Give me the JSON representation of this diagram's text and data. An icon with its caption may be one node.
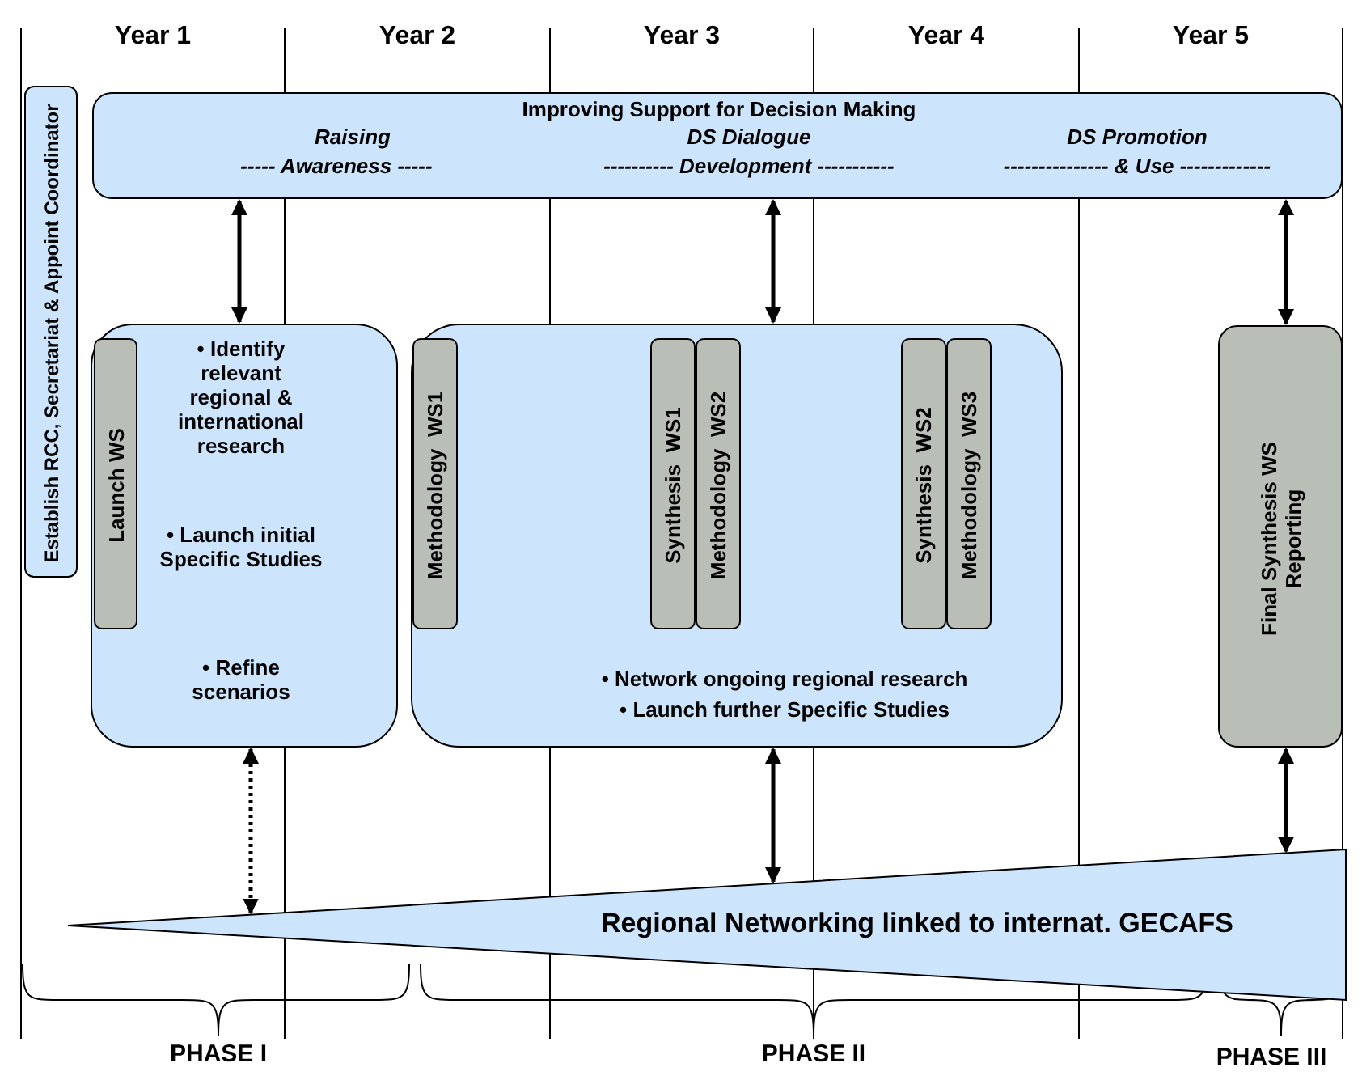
{
  "diagram": {
    "nodes": [
      {
        "text": [
          "Establish RCC, Secretariat & Appoint Coordinator"
        ]
      },
      {
        "text": [
          "Improving Support for Decision Making",
          "Raising",
          "----- Awareness -----",
          "DS Dialogue",
          "---------- Development -----------",
          "DS Promotion",
          "--------------- & Use -------------"
        ]
      },
      {
        "text": [
          "• Identify relevant regional & international research",
          "• Launch initial Specific Studies",
          "• Refine scenarios"
        ]
      },
      {
        "text": [
          "Launch WS"
        ],
        "in": 2
      },
      {
        "text": [
          "• Network ongoing regional research",
          "• Launch further Specific Studies"
        ]
      },
      {
        "text": [
          "Methodology  WS1"
        ],
        "in": 4
      },
      {
        "text": [
          "Synthesis  WS1"
        ],
        "in": 4
      },
      {
        "text": [
          "Methodology  WS2"
        ],
        "in": 4
      },
      {
        "text": [
          "Synthesis  WS2"
        ],
        "in": 4
      },
      {
        "text": [
          "Methodology  WS3"
        ],
        "in": 4
      },
      {
        "text": [
          "Final Synthesis WS Reporting"
        ]
      },
      {
        "text": [
          "Regional Networking linked to internat. GECAFS"
        ]
      }
    ],
    "edges": [
      {
        "from": 1,
        "to": 2,
        "arrow": "both"
      },
      {
        "from": 1,
        "to": 4,
        "arrow": "both"
      },
      {
        "from": 1,
        "to": 10,
        "arrow": "both"
      },
      {
        "from": 2,
        "to": 11,
        "arrow": "both",
        "style": "dashed"
      },
      {
        "from": 4,
        "to": 11,
        "arrow": "both"
      },
      {
        "from": 10,
        "to": 11,
        "arrow": "both"
      }
    ],
    "labels": [
      "Year 1",
      "Year 2",
      "Year 3",
      "Year 4",
      "Year 5",
      "PHASE I",
      "PHASE II",
      "PHASE III"
    ]
  }
}
